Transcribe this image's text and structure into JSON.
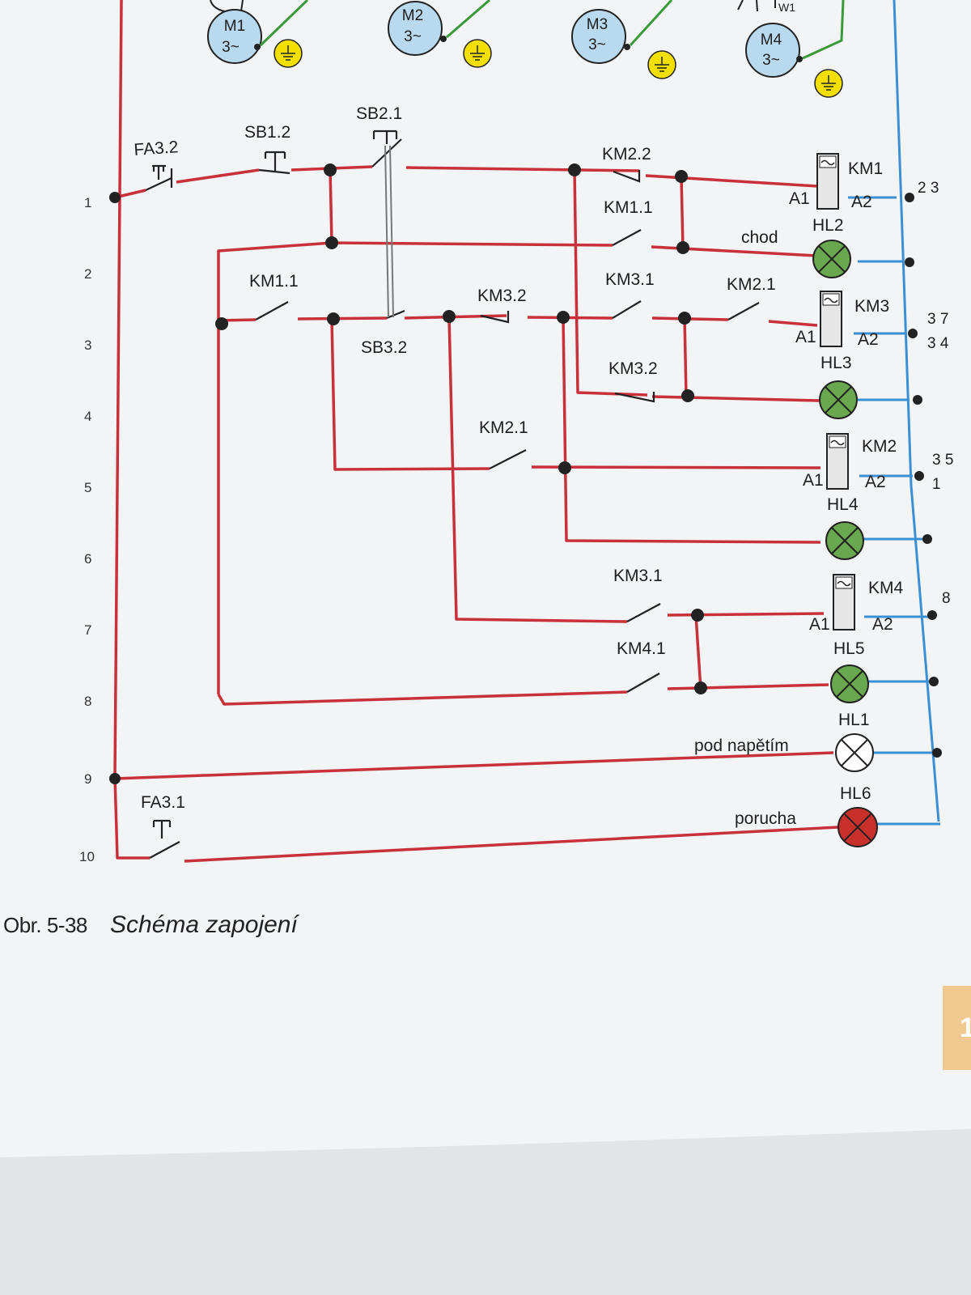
{
  "motors": [
    {
      "id": "m1",
      "name": "M1",
      "phase": "3~"
    },
    {
      "id": "m2",
      "name": "M2",
      "phase": "3~"
    },
    {
      "id": "m3",
      "name": "M3",
      "phase": "3~"
    },
    {
      "id": "m4",
      "name": "M4",
      "phase": "3~"
    }
  ],
  "motor_partial_label": "W1",
  "row_numbers": [
    "1",
    "2",
    "3",
    "4",
    "5",
    "6",
    "7",
    "8",
    "9",
    "10"
  ],
  "devices": {
    "fa3_2": "FA3.2",
    "sb1_2": "SB1.2",
    "sb2_1": "SB2.1",
    "km2_2": "KM2.2",
    "km1_1_row2": "KM1.1",
    "km1_1_row3": "KM1.1",
    "sb3_2": "SB3.2",
    "km3_2_row3": "KM3.2",
    "km3_1_row3": "KM3.1",
    "km2_1_row3": "KM2.1",
    "km3_2_row4": "KM3.2",
    "km2_1_row5": "KM2.1",
    "km3_1_row7": "KM3.1",
    "km4_1": "KM4.1",
    "fa3_1": "FA3.1"
  },
  "coils": [
    {
      "id": "km1",
      "name": "KM1",
      "a1": "A1",
      "a2": "A2"
    },
    {
      "id": "km3",
      "name": "KM3",
      "a1": "A1",
      "a2": "A2"
    },
    {
      "id": "km2",
      "name": "KM2",
      "a1": "A1",
      "a2": "A2"
    },
    {
      "id": "km4",
      "name": "KM4",
      "a1": "A1",
      "a2": "A2"
    }
  ],
  "lamps": [
    {
      "id": "hl2",
      "name": "HL2",
      "label": "chod",
      "color": "#6aa84f"
    },
    {
      "id": "hl3",
      "name": "HL3",
      "label": "",
      "color": "#6aa84f"
    },
    {
      "id": "hl4",
      "name": "HL4",
      "label": "",
      "color": "#6aa84f"
    },
    {
      "id": "hl5",
      "name": "HL5",
      "label": "",
      "color": "#6aa84f"
    },
    {
      "id": "hl1",
      "name": "HL1",
      "label": "pod napětím",
      "color": "#ffffff"
    },
    {
      "id": "hl6",
      "name": "HL6",
      "label": "porucha",
      "color": "#c9302c"
    }
  ],
  "contact_refs": {
    "km1": "2 3",
    "km3": "3 7",
    "km3_nc": "3 4",
    "km2": "3 5",
    "km2_nc": "1",
    "km4": "8"
  },
  "caption": {
    "number": "Obr. 5-38",
    "title": "Schéma zapojení"
  },
  "page_tab_text": "1",
  "colors": {
    "control_wire": "#c8313a",
    "neutral_wire": "#3b8fd4",
    "earth_wire": "#3a9a3a",
    "motor_fill": "#b9d9ee",
    "earth_symbol": "#f3e000",
    "page_background": "#eef0f2"
  }
}
